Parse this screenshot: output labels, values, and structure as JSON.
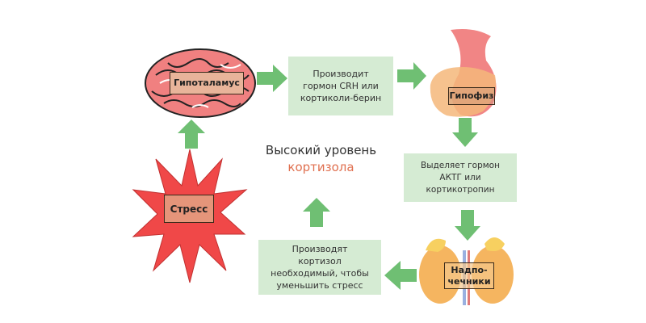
{
  "nodes": {
    "hypothalamus": "Гипоталамус",
    "step1": "Производит гормон CRH или кортиколи-берин",
    "pituitary": "Гипофиз",
    "step2": "Выделяет гормон АКТГ или кортикотропин",
    "adrenal": "Надпо-чечники",
    "step3": "Производят кортизол необходимый, чтобы уменьшить стресс",
    "stress": "Стресс"
  },
  "center": {
    "line1": "Высокий уровень",
    "line2": "кортизола"
  },
  "colors": {
    "arrow": "#6fbf73",
    "box": "#d5ebd3",
    "stress": "#f04848",
    "accent_text": "#e07050"
  }
}
